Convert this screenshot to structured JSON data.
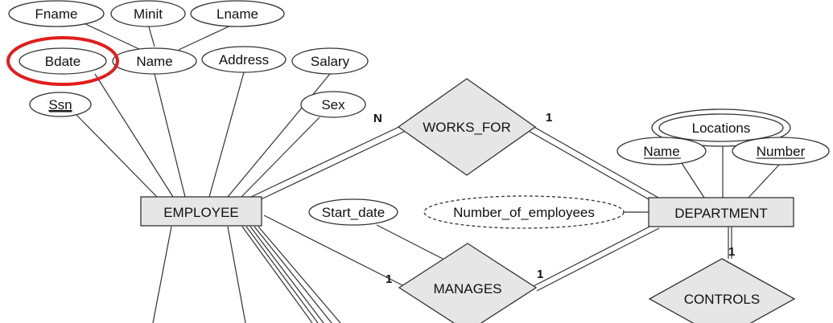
{
  "employee": {
    "name": "EMPLOYEE",
    "attributes": {
      "fname": "Fname",
      "minit": "Minit",
      "lname": "Lname",
      "bdate": "Bdate",
      "name": "Name",
      "address": "Address",
      "salary": "Salary",
      "ssn": "Ssn",
      "sex": "Sex"
    }
  },
  "department": {
    "name": "DEPARTMENT",
    "attributes": {
      "locations": "Locations",
      "name": "Name",
      "number": "Number",
      "number_of_employees": "Number_of_employees"
    }
  },
  "relationships": {
    "works_for": {
      "name": "WORKS_FOR",
      "card_employee": "N",
      "card_department": "1"
    },
    "manages": {
      "name": "MANAGES",
      "card_employee": "1",
      "card_department": "1",
      "attribute": "Start_date"
    },
    "controls": {
      "name": "CONTROLS",
      "card_department": "1"
    }
  },
  "highlight": {
    "target": "Bdate",
    "color": "#e11d1d"
  }
}
